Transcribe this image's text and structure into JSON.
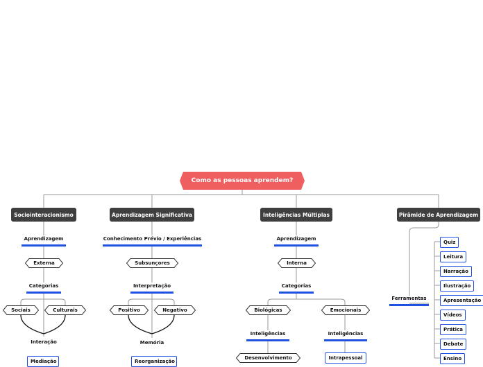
{
  "root": {
    "label": "Como as pessoas aprendem?"
  },
  "branches": {
    "socio": {
      "title": "Sociointeracionismo",
      "aprendizagem": "Aprendizagem",
      "externa": "Externa",
      "categorias": "Categorias",
      "sociais": "Sociais",
      "culturais": "Culturais",
      "interacao": "Interação",
      "child_box": "Mediação"
    },
    "significativa": {
      "title": "Aprendizagem Significativa",
      "conhecimento": "Conhecimento Prévio / Experiências",
      "subsuncores": "Subsunçores",
      "interpretacao": "Interpretação",
      "positivo": "Positivo",
      "negativo": "Negativo",
      "memoria": "Memória",
      "child_box": "Reorganização"
    },
    "multiplas": {
      "title": "Inteligências Múltiplas",
      "aprendizagem": "Aprendizagem",
      "interna": "Interna",
      "categorias": "Categorias",
      "biologicas": "Biológicas",
      "emocionais": "Emocionais",
      "inteligencias_1": "Inteligências",
      "inteligencias_2": "Inteligências",
      "desenvolvimento": "Desenvolvimento",
      "intrapessoal": "Intrapessoal"
    },
    "piramide": {
      "title": "Pirâmide de Aprendizagem",
      "ferramentas": "Ferramentas",
      "tools": [
        "Quiz",
        "Leitura",
        "Narração",
        "Ilustração",
        "Apresentação",
        "Vídeos",
        "Prática",
        "Debate",
        "Ensino"
      ]
    }
  }
}
